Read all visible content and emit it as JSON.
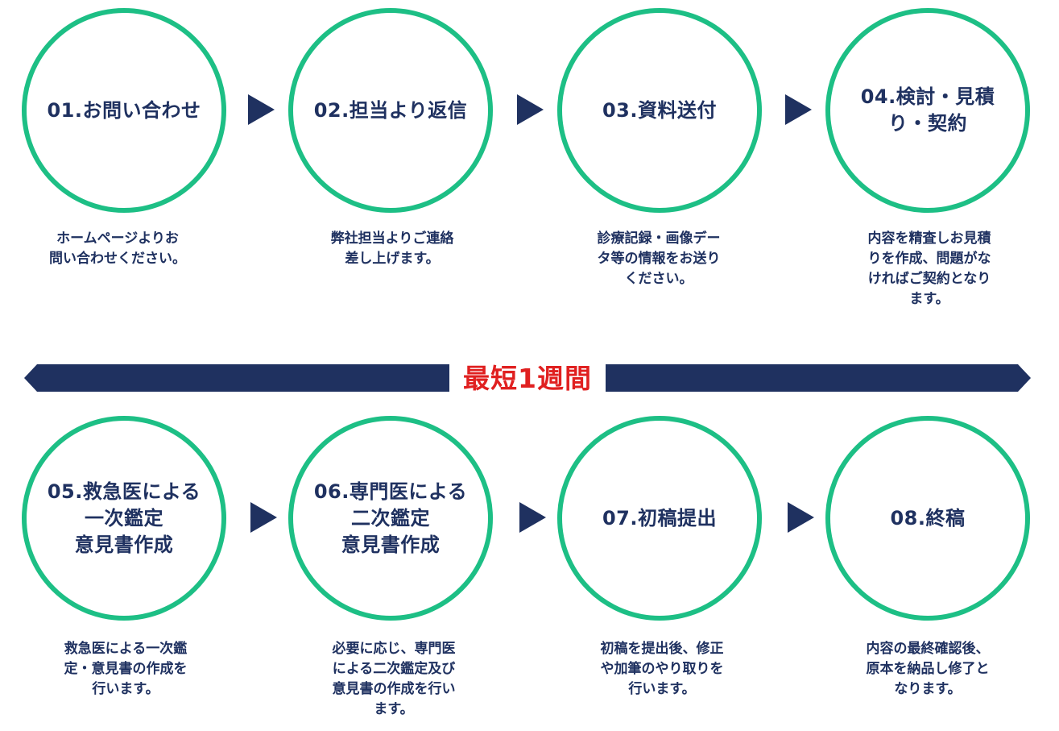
{
  "steps": [
    {
      "title": "01.お問い合わせ",
      "desc": "ホームページよりお\n問い合わせください。"
    },
    {
      "title": "02.担当より返信",
      "desc": "弊社担当よりご連絡\n差し上げます。"
    },
    {
      "title": "03.資料送付",
      "desc": "診療記録・画像デー\nタ等の情報をお送り\nください。"
    },
    {
      "title": "04.検討・見積\nり・契約",
      "desc": "内容を精査しお見積\nりを作成、問題がな\nければご契約となり\nます。"
    },
    {
      "title": "05.救急医による\n一次鑑定\n意見書作成",
      "desc": "救急医による一次鑑\n定・意見書の作成を\n行います。"
    },
    {
      "title": "06.専門医による\n二次鑑定\n意見書作成",
      "desc": "必要に応じ、専門医\nによる二次鑑定及び\n意見書の作成を行い\nます。"
    },
    {
      "title": "07.初稿提出",
      "desc": "初稿を提出後、修正\nや加筆のやり取りを\n行います。"
    },
    {
      "title": "08.終稿",
      "desc": "内容の最終確認後、\n原本を納品し修了と\nなります。"
    }
  ],
  "timeline": {
    "label": "最短1週間",
    "color": "#1f3160",
    "label_color": "#e02020"
  },
  "colors": {
    "circle_border": "#1dbf85",
    "text": "#1f3160",
    "arrow": "#1f3160"
  }
}
